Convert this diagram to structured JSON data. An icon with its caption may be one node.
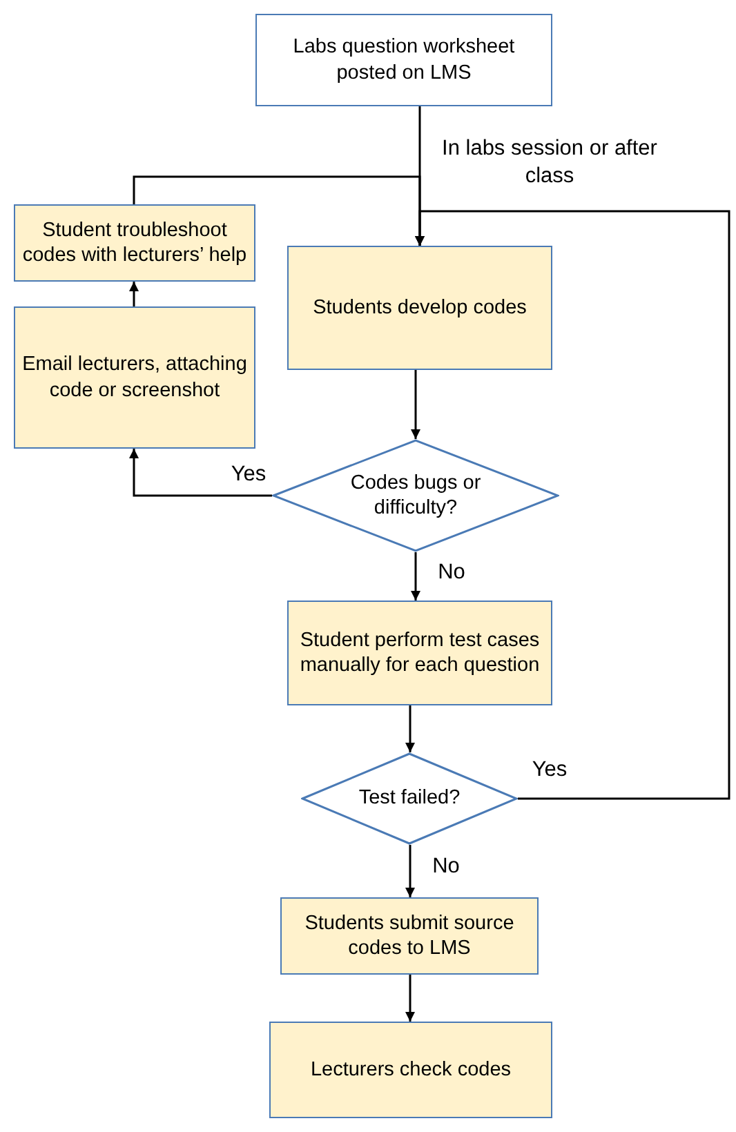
{
  "diagram": {
    "nodes": [
      {
        "text": [
          "Labs question worksheet posted on LMS"
        ]
      },
      {
        "text": [
          "Student troubleshoot codes with lecturers’ help"
        ]
      },
      {
        "text": [
          "Students develop codes"
        ]
      },
      {
        "text": [
          "Email lecturers, attaching code or screenshot"
        ]
      },
      {
        "text": [
          "Codes bugs or difficulty?"
        ]
      },
      {
        "text": [
          "Student perform test cases manually for each question"
        ]
      },
      {
        "text": [
          "Test failed?"
        ]
      },
      {
        "text": [
          "Students submit source codes to LMS"
        ]
      },
      {
        "text": [
          "Lecturers check codes"
        ]
      }
    ],
    "edges": [
      {
        "from": 0,
        "to": 2,
        "arrow": "to",
        "label": "In labs session or after class"
      },
      {
        "from": 1,
        "to": 2,
        "arrow": "to"
      },
      {
        "from": 6,
        "to": 2,
        "arrow": "to",
        "label": "Yes"
      },
      {
        "from": 2,
        "to": 4,
        "arrow": "to"
      },
      {
        "from": 4,
        "to": 3,
        "arrow": "to",
        "label": "Yes"
      },
      {
        "from": 3,
        "to": 1,
        "arrow": "to"
      },
      {
        "from": 4,
        "to": 5,
        "arrow": "to",
        "label": "No"
      },
      {
        "from": 5,
        "to": 6,
        "arrow": "to"
      },
      {
        "from": 6,
        "to": 7,
        "arrow": "to",
        "label": "No"
      },
      {
        "from": 7,
        "to": 8,
        "arrow": "to"
      }
    ]
  }
}
